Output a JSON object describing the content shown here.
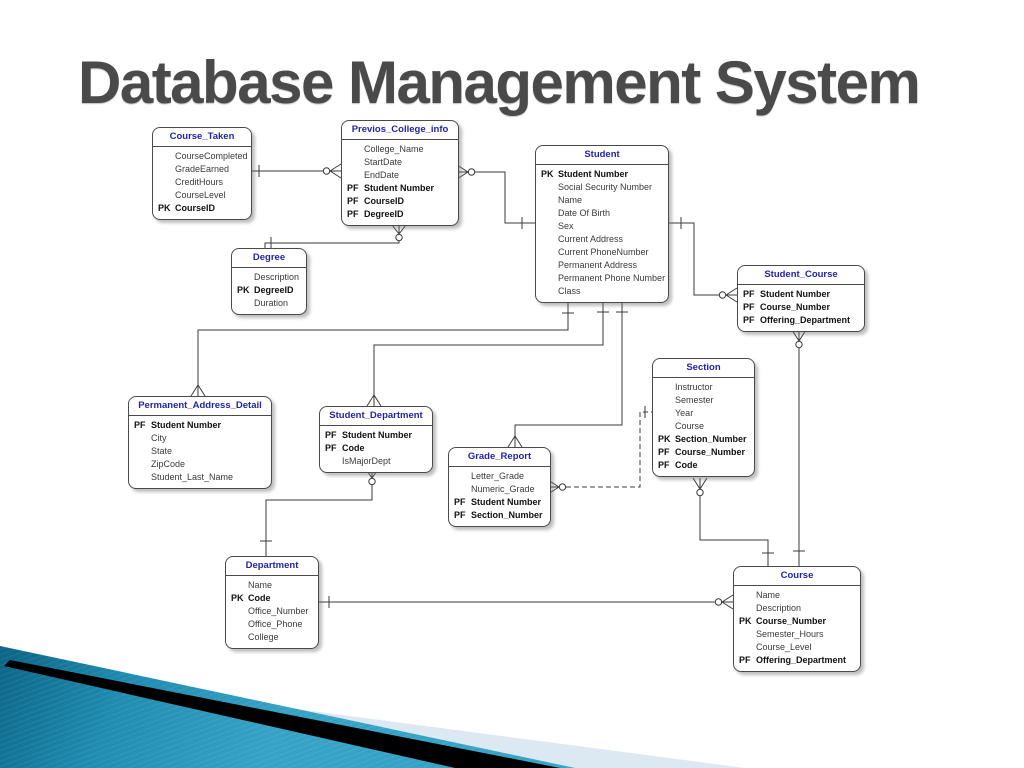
{
  "slide": {
    "title": "Database Management System"
  },
  "theme": {
    "entity_title_color": "#2323a8",
    "title_color": "#4a4a4a",
    "connector_color": "#3a3a3a",
    "wedge_teal_dark": "#0e6f92",
    "wedge_teal_light": "#36a3c6",
    "wedge_black": "#000000",
    "wedge_pale": "#dce8f2"
  },
  "diagram": {
    "entities": [
      {
        "name": "Course_Taken",
        "fields": [
          {
            "key": "",
            "name": "CourseCompleted"
          },
          {
            "key": "",
            "name": "GradeEarned"
          },
          {
            "key": "",
            "name": "CreditHours"
          },
          {
            "key": "",
            "name": "CourseLevel"
          },
          {
            "key": "PK",
            "name": "CourseID"
          }
        ]
      },
      {
        "name": "Previos_College_info",
        "fields": [
          {
            "key": "",
            "name": "College_Name"
          },
          {
            "key": "",
            "name": "StartDate"
          },
          {
            "key": "",
            "name": "EndDate"
          },
          {
            "key": "PF",
            "name": "Student Number"
          },
          {
            "key": "PF",
            "name": "CourseID"
          },
          {
            "key": "PF",
            "name": "DegreeID"
          }
        ]
      },
      {
        "name": "Student",
        "fields": [
          {
            "key": "PK",
            "name": "Student Number"
          },
          {
            "key": "",
            "name": "Social Security Number"
          },
          {
            "key": "",
            "name": "Name"
          },
          {
            "key": "",
            "name": "Date Of Birth"
          },
          {
            "key": "",
            "name": "Sex"
          },
          {
            "key": "",
            "name": "Current Address"
          },
          {
            "key": "",
            "name": "Current PhoneNumber"
          },
          {
            "key": "",
            "name": "Permanent Address"
          },
          {
            "key": "",
            "name": "Permanent Phone Number"
          },
          {
            "key": "",
            "name": "Class"
          }
        ]
      },
      {
        "name": "Degree",
        "fields": [
          {
            "key": "",
            "name": "Description"
          },
          {
            "key": "PK",
            "name": "DegreeID"
          },
          {
            "key": "",
            "name": "Duration"
          }
        ]
      },
      {
        "name": "Student_Course",
        "fields": [
          {
            "key": "PF",
            "name": "Student Number"
          },
          {
            "key": "PF",
            "name": "Course_Number"
          },
          {
            "key": "PF",
            "name": "Offering_Department"
          }
        ]
      },
      {
        "name": "Section",
        "fields": [
          {
            "key": "",
            "name": "Instructor"
          },
          {
            "key": "",
            "name": "Semester"
          },
          {
            "key": "",
            "name": "Year"
          },
          {
            "key": "",
            "name": "Course"
          },
          {
            "key": "PK",
            "name": "Section_Number"
          },
          {
            "key": "PF",
            "name": "Course_Number"
          },
          {
            "key": "PF",
            "name": "Code"
          }
        ]
      },
      {
        "name": "Permanent_Address_Detail",
        "fields": [
          {
            "key": "PF",
            "name": "Student Number"
          },
          {
            "key": "",
            "name": "City"
          },
          {
            "key": "",
            "name": "State"
          },
          {
            "key": "",
            "name": "ZipCode"
          },
          {
            "key": "",
            "name": "Student_Last_Name"
          }
        ]
      },
      {
        "name": "Student_Department",
        "fields": [
          {
            "key": "PF",
            "name": "Student Number"
          },
          {
            "key": "PF",
            "name": "Code"
          },
          {
            "key": "",
            "name": "IsMajorDept"
          }
        ]
      },
      {
        "name": "Grade_Report",
        "fields": [
          {
            "key": "",
            "name": "Letter_Grade"
          },
          {
            "key": "",
            "name": "Numeric_Grade"
          },
          {
            "key": "PF",
            "name": "Student Number"
          },
          {
            "key": "PF",
            "name": "Section_Number"
          }
        ]
      },
      {
        "name": "Department",
        "fields": [
          {
            "key": "",
            "name": "Name"
          },
          {
            "key": "PK",
            "name": "Code"
          },
          {
            "key": "",
            "name": "Office_Number"
          },
          {
            "key": "",
            "name": "Office_Phone"
          },
          {
            "key": "",
            "name": "College"
          }
        ]
      },
      {
        "name": "Course",
        "fields": [
          {
            "key": "",
            "name": "Name"
          },
          {
            "key": "",
            "name": "Description"
          },
          {
            "key": "PK",
            "name": "Course_Number"
          },
          {
            "key": "",
            "name": "Semester_Hours"
          },
          {
            "key": "",
            "name": "Course_Level"
          },
          {
            "key": "PF",
            "name": "Offering_Department"
          }
        ]
      }
    ]
  }
}
